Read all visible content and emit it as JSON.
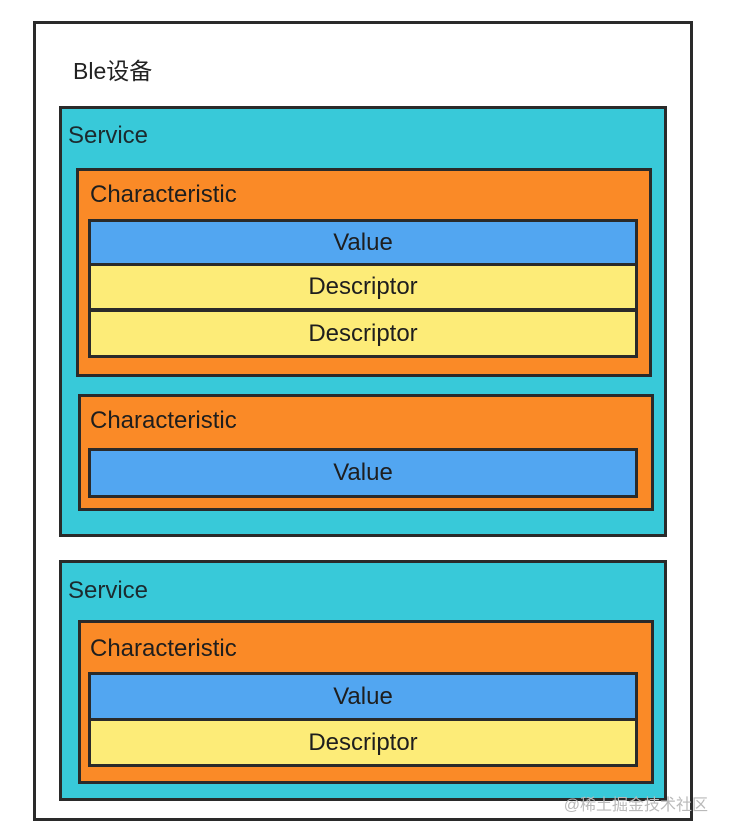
{
  "device": {
    "title": "Ble设备"
  },
  "services": [
    {
      "label": "Service",
      "characteristics": [
        {
          "label": "Characteristic",
          "rows": [
            {
              "type": "value",
              "label": "Value"
            },
            {
              "type": "descriptor",
              "label": "Descriptor"
            },
            {
              "type": "descriptor",
              "label": "Descriptor"
            }
          ]
        },
        {
          "label": "Characteristic",
          "rows": [
            {
              "type": "value",
              "label": "Value"
            }
          ]
        }
      ]
    },
    {
      "label": "Service",
      "characteristics": [
        {
          "label": "Characteristic",
          "rows": [
            {
              "type": "value",
              "label": "Value"
            },
            {
              "type": "descriptor",
              "label": "Descriptor"
            }
          ]
        }
      ]
    }
  ],
  "watermark": "@稀土掘金技术社区",
  "colors": {
    "service": "#38c9d9",
    "characteristic": "#fa8a27",
    "value": "#52a6f1",
    "descriptor": "#fdec78",
    "border": "#2a2a2a"
  }
}
